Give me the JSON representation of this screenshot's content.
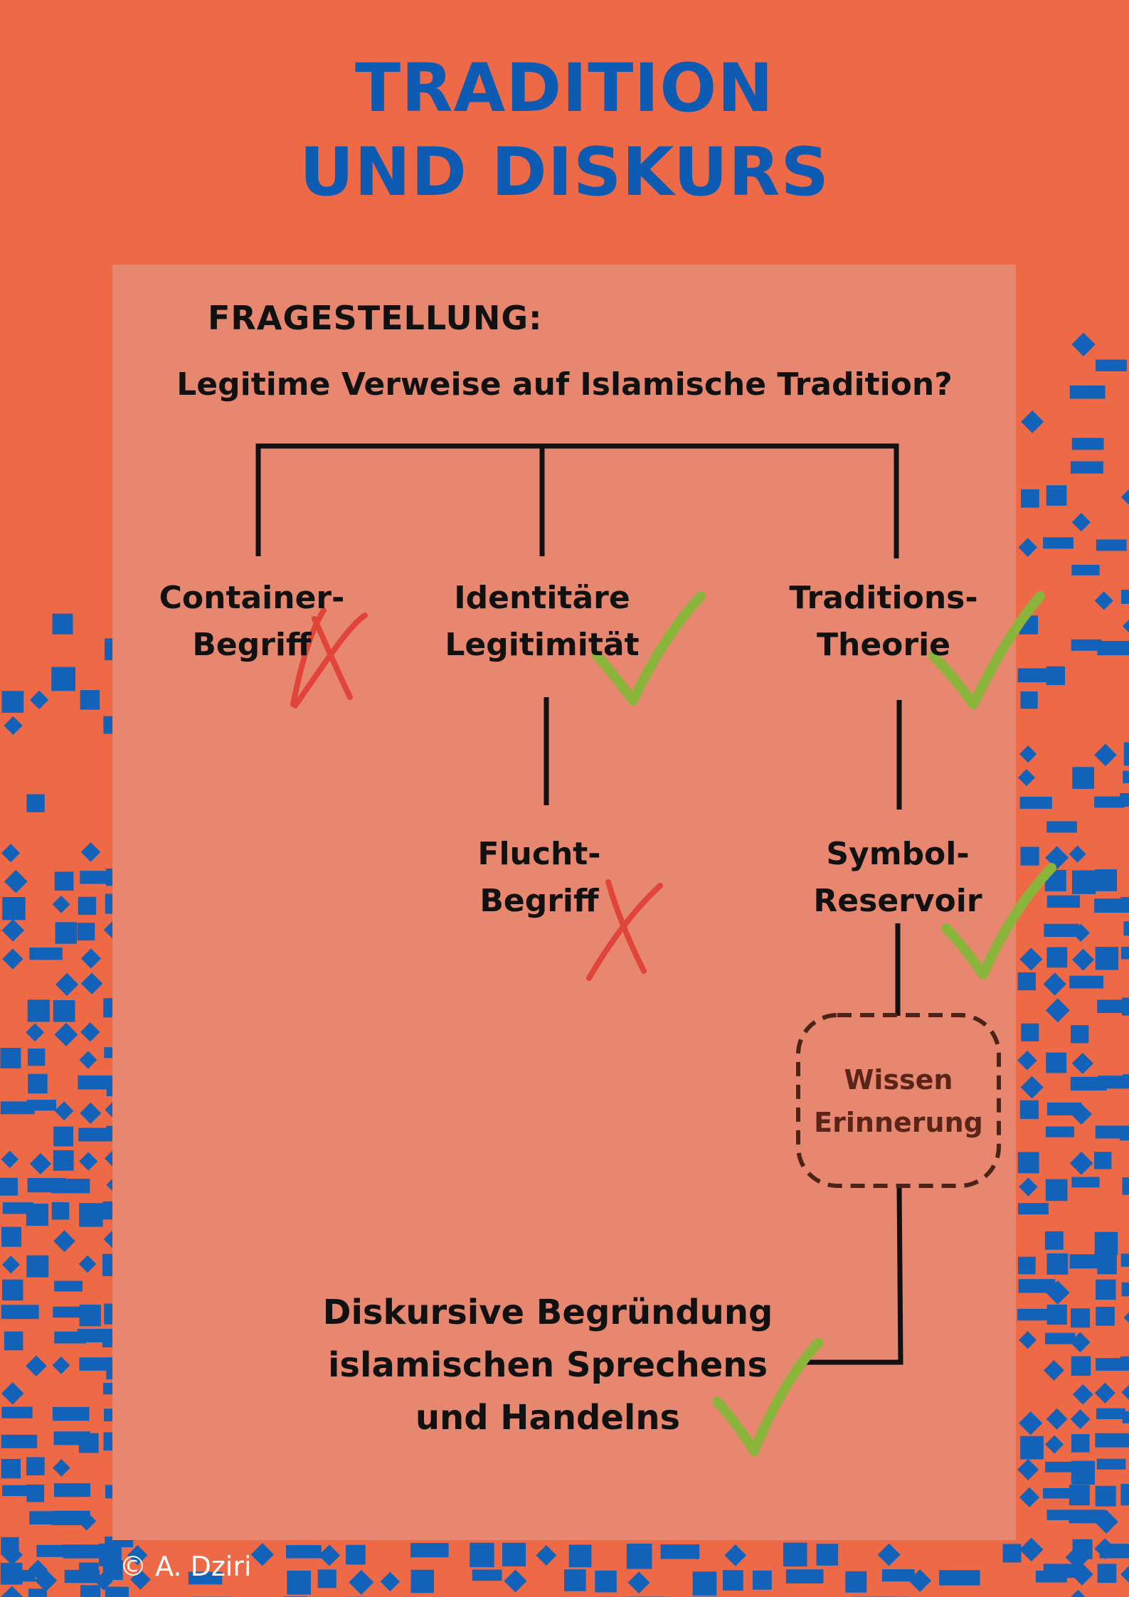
{
  "title": {
    "line1": "TRADITION",
    "line2": "UND DISKURS"
  },
  "question_label": "FRAGESTELLUNG:",
  "question": "Legitime Verweise auf Islamische Tradition?",
  "nodes": {
    "container": {
      "line1": "Container-",
      "line2": "Begriff",
      "mark": "cross"
    },
    "identitaere": {
      "line1": "Identitäre",
      "line2": "Legitimität",
      "mark": "check"
    },
    "traditions": {
      "line1": "Traditions-",
      "line2": "Theorie",
      "mark": "check"
    },
    "flucht": {
      "line1": "Flucht-",
      "line2": "Begriff",
      "mark": "cross"
    },
    "symbol": {
      "line1": "Symbol-",
      "line2": "Reservoir",
      "mark": "check"
    },
    "wissen": {
      "line1": "Wissen",
      "line2": "Erinnerung"
    },
    "final": {
      "line1": "Diskursive Begründung",
      "line2": "islamischen Sprechens",
      "line3": "und Handelns",
      "mark": "check"
    }
  },
  "copyright": "© A. Dziri",
  "colors": {
    "background": "#ee6a46",
    "panel": "#e8876f",
    "title": "#0e5bb4",
    "pattern": "#1162b8",
    "check": "#8ab53a",
    "cross": "#e0443a",
    "box_border": "#4a2418"
  }
}
